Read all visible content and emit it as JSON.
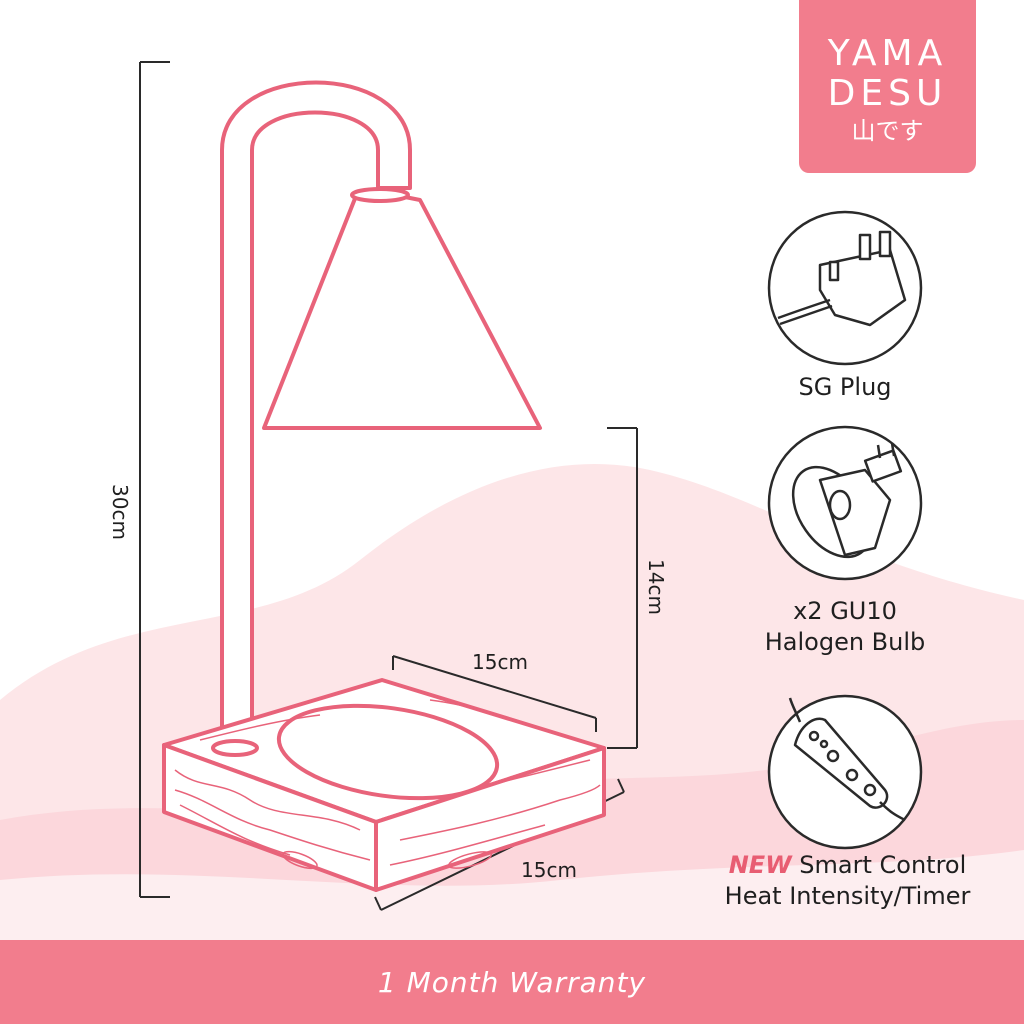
{
  "brand": {
    "line1": "YAMA",
    "line2": "DESU",
    "line3": "山です",
    "color": "#f27d8d"
  },
  "dimensions": {
    "height": "30cm",
    "shade_height": "14cm",
    "base_width": "15cm",
    "base_depth": "15cm"
  },
  "features": [
    {
      "icon": "plug-icon",
      "label": "SG Plug"
    },
    {
      "icon": "halogen-bulb-icon",
      "line1": "x2 GU10",
      "line2": "Halogen Bulb"
    },
    {
      "icon": "smart-controller-icon",
      "new_tag": "NEW",
      "line1_rest": " Smart Control",
      "line2": "Heat Intensity/Timer"
    }
  ],
  "footer": {
    "text": "1 Month Warranty",
    "color": "#f27d8d"
  },
  "colors": {
    "line": "#e8637a",
    "hill_light": "#fde6e8",
    "hill_mid": "#fbd3d8"
  }
}
